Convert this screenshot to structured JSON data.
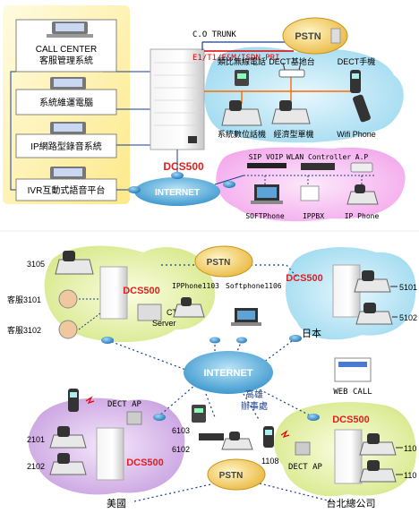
{
  "top": {
    "co_trunk": "C.O TRUNK",
    "e1_label": "E1/T1/E&M/ISDN PRI",
    "pstn": "PSTN",
    "dcs500": "DCS500",
    "internet": "INTERNET",
    "left_boxes": [
      "CALL CENTER\n客服管理系統",
      "系統維運電腦",
      "IP網路型錄音系統",
      "IVR互動式語音平台"
    ],
    "cloud_upper_labels": [
      "類比無線電話",
      "DECT基地台",
      "DECT手機"
    ],
    "cloud_mid_labels": [
      "系統數位話機",
      "經濟型單機",
      "Wifi Phone"
    ],
    "cloud_pink_top": [
      "SIP VOIP",
      "WLAN Controller",
      "A.P"
    ],
    "cloud_pink_bottom": [
      "SOFTPhone",
      "IPPBX",
      "IP Phone"
    ]
  },
  "bottom": {
    "pstn": "PSTN",
    "internet": "INTERNET",
    "us_site": {
      "dcs_top": "DCS500",
      "cti": "CTI\nServer",
      "ext_3105": "3105",
      "kf3101": "客服3101",
      "kf3102": "客服3102"
    },
    "japan": {
      "dcs": "DCS500",
      "name": "日本",
      "ext1": "5101",
      "ext2": "5102"
    },
    "center_labels": [
      "IPPhone1103",
      "Softphone1106"
    ],
    "usa": {
      "name": "美國",
      "dcs": "DCS500",
      "dect_ap": "DECT AP",
      "ext1": "2101",
      "ext2": "2102"
    },
    "kaohsiung": {
      "name": "高雄\n辦事處",
      "ext1": "6103",
      "ext2": "6102",
      "ext3": "1108"
    },
    "web_call": "WEB CALL",
    "taipei": {
      "name": "台北總公司",
      "dcs": "DCS500",
      "dect_ap": "DECT AP",
      "ext1": "110",
      "ext2": "110"
    }
  },
  "colors": {
    "dcs_red": "#e02020",
    "trunk_red": "#e00000",
    "link_blue": "#1a3d8f",
    "orange_line": "#ff6a00"
  }
}
